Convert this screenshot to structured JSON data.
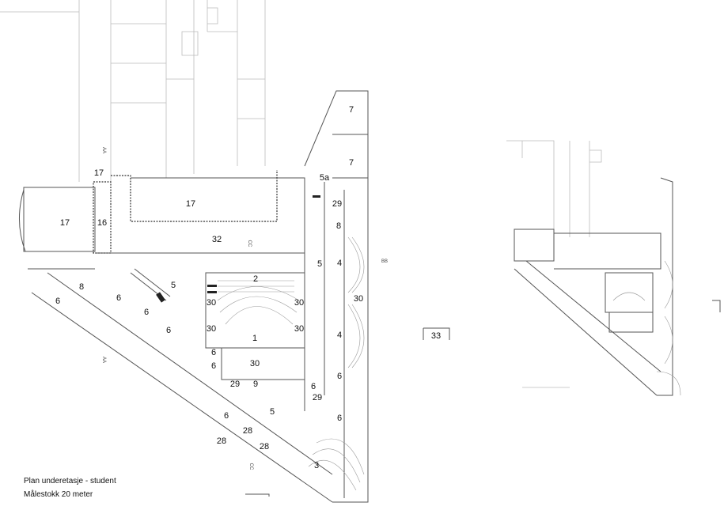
{
  "caption": {
    "title": "Plan underetasje - student",
    "scale": "Målestokk 20 meter"
  },
  "rooms": [
    "7",
    "7",
    "5a",
    "17",
    "17",
    "17",
    "16",
    "29",
    "8",
    "32",
    "2",
    "5",
    "4",
    "30",
    "30",
    "30",
    "30",
    "30",
    "8",
    "6",
    "6",
    "5",
    "6",
    "6",
    "1",
    "4",
    "6",
    "6",
    "30",
    "29",
    "9",
    "6",
    "29",
    "5",
    "6",
    "6",
    "28",
    "28",
    "28",
    "6",
    "3",
    "33"
  ],
  "section_marks": [
    "AA",
    "AA",
    "CC",
    "CC",
    "BB"
  ]
}
